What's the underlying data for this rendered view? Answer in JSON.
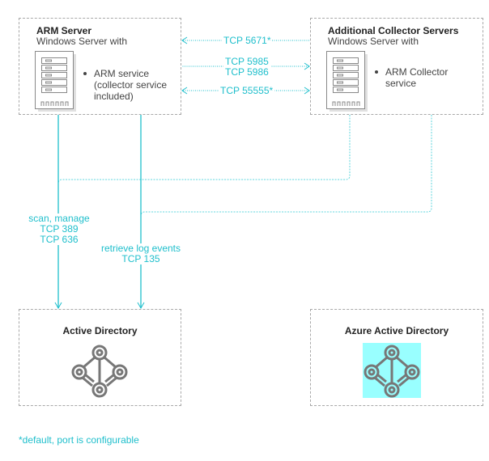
{
  "colors": {
    "connector": "#1fbfcc",
    "dashed_connector": "#5fd6de",
    "box_border": "#a8a8a8",
    "icon_gray": "#777777",
    "azure_highlight": "#99ffff"
  },
  "arm_server": {
    "title": "ARM Server",
    "subtitle": "Windows Server with",
    "icon": "server-icon",
    "bullet_lines": [
      "ARM service",
      "(collector service",
      "included)"
    ]
  },
  "collector_servers": {
    "title": "Additional Collector Servers",
    "subtitle": "Windows Server with",
    "icon": "server-icon",
    "bullet_lines": [
      "ARM Collector",
      "service"
    ]
  },
  "active_directory": {
    "title": "Active Directory",
    "icon": "directory-network-icon"
  },
  "azure_active_directory": {
    "title": "Azure Active Directory",
    "icon": "directory-network-icon"
  },
  "connections": {
    "tcp_5671": "TCP 5671*",
    "tcp_5985": "TCP 5985",
    "tcp_5986": "TCP 5986",
    "tcp_55555": "TCP 55555*",
    "scan_manage": "scan, manage",
    "tcp_389": "TCP 389",
    "tcp_636": "TCP 636",
    "retrieve_log": "retrieve log events",
    "tcp_135": "TCP 135"
  },
  "footnote": "*default, port is configurable"
}
